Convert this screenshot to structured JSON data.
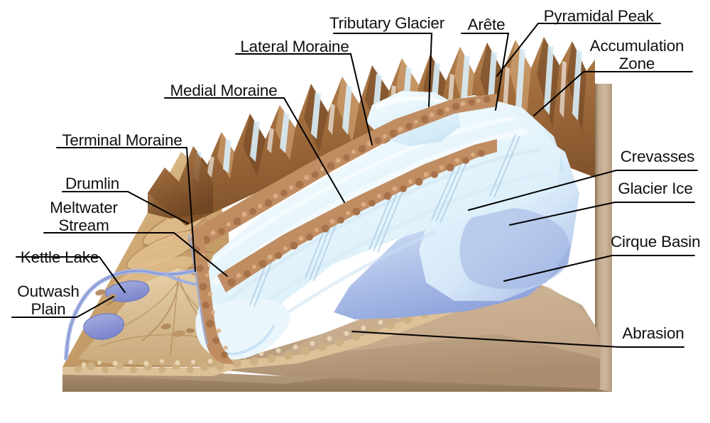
{
  "diagram": {
    "title": "Glacier Landforms Block Diagram",
    "type": "labeled-illustration",
    "colors": {
      "mountain_rock": "#a5703f",
      "mountain_rock_dark": "#7b4f28",
      "mountain_rock_light": "#d4a273",
      "snow": "#d8ecf5",
      "glacier_ice_light": "#e8f5fb",
      "glacier_ice_mid": "#c3ddf2",
      "glacier_ice_deep": "#8fa8dd",
      "moraine_debris": "#c08d63",
      "moraine_debris_dark": "#9a6337",
      "till_plain": "#c9a26b",
      "till_plain_light": "#e0c395",
      "outwash_sand": "#ddc199",
      "bedrock_wall": "#c5ad91",
      "bedrock_wall_dark": "#9c8166",
      "lake_water": "#8f9ad8",
      "stream_water": "#aab8e4",
      "leader_line": "#000000",
      "label_text": "#111111",
      "background": "#ffffff"
    },
    "labels": [
      {
        "id": "tributary-glacier",
        "text": "Tributary Glacier"
      },
      {
        "id": "arete",
        "text": "Arête"
      },
      {
        "id": "pyramidal-peak",
        "text": "Pyramidal Peak"
      },
      {
        "id": "accumulation-zone",
        "text": "Accumulation\nZone"
      },
      {
        "id": "lateral-moraine",
        "text": "Lateral Moraine"
      },
      {
        "id": "medial-moraine",
        "text": "Medial Moraine"
      },
      {
        "id": "terminal-moraine",
        "text": "Terminal Moraine"
      },
      {
        "id": "drumlin",
        "text": "Drumlin"
      },
      {
        "id": "meltwater-stream",
        "text": "Meltwater\nStream"
      },
      {
        "id": "kettle-lake",
        "text": "Kettle Lake"
      },
      {
        "id": "outwash-plain",
        "text": "Outwash\nPlain"
      },
      {
        "id": "crevasses",
        "text": "Crevasses"
      },
      {
        "id": "glacier-ice",
        "text": "Glacier Ice"
      },
      {
        "id": "cirque-basin",
        "text": "Cirque Basin"
      },
      {
        "id": "abrasion",
        "text": "Abrasion"
      }
    ]
  }
}
